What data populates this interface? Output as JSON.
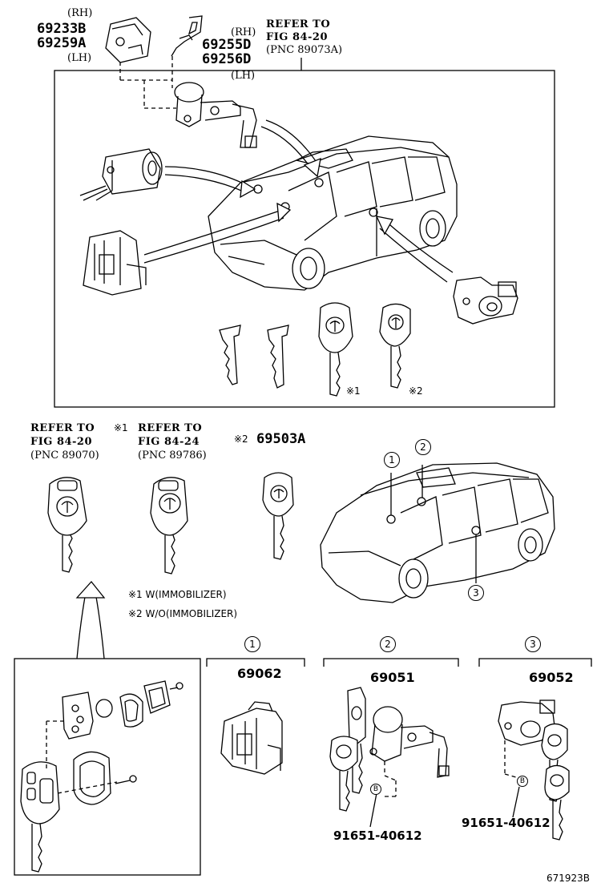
{
  "top_labels": {
    "rh1": "(RH)",
    "pn_69233b": "69233B",
    "pn_69259a": "69259A",
    "lh1": "(LH)",
    "rh2": "(RH)",
    "pn_69255d": "69255D",
    "pn_69256d": "69256D",
    "lh2": "(LH)",
    "refer_top_1": "REFER TO",
    "refer_top_2": "FIG 84-20",
    "refer_top_3": "(PNC 89073A)"
  },
  "key_marks": {
    "m1": "※1",
    "m2": "※2"
  },
  "mid": {
    "refer_a_1": "REFER TO",
    "refer_a_mark": "※1",
    "refer_a_2": "FIG 84-20",
    "refer_a_3": "(PNC 89070)",
    "refer_b_1": "REFER TO",
    "refer_b_2": "FIG 84-24",
    "refer_b_3": "(PNC 89786)",
    "pn_mark": "※2",
    "pn_69503a": "69503A"
  },
  "notes": {
    "n1": "※1 W(IMMOBILIZER)",
    "n2": "※2 W/O(IMMOBILIZER)"
  },
  "callouts": [
    "1",
    "2",
    "3"
  ],
  "groups": [
    {
      "num": "1",
      "part": "69062"
    },
    {
      "num": "2",
      "part": "69051",
      "sub": "91651-40612",
      "sub_mark": "B"
    },
    {
      "num": "3",
      "part": "69052",
      "sub": "91651-40612",
      "sub_mark": "B"
    }
  ],
  "diagram_id": "671923B"
}
